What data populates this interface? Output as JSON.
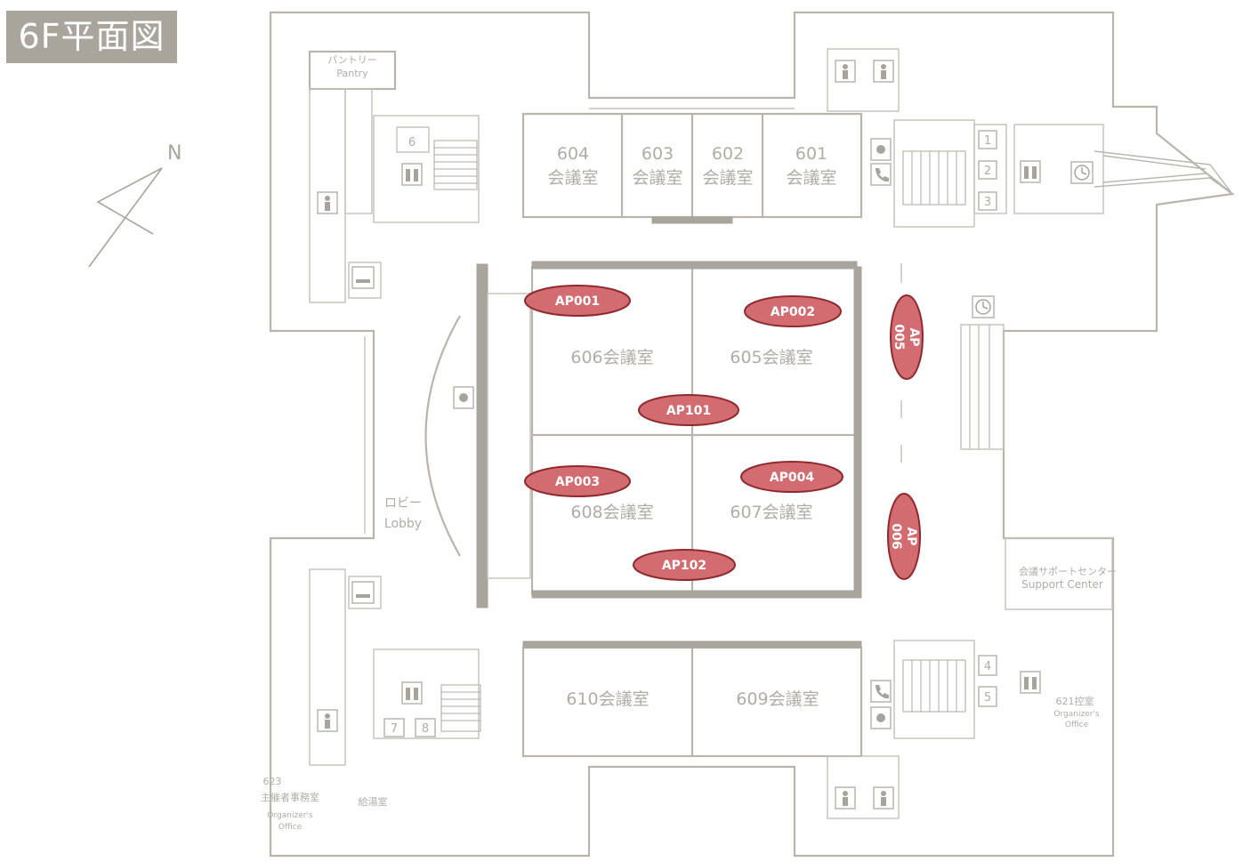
{
  "floor_title": "6F平面図",
  "compass": {
    "north_label": "N"
  },
  "rooms": {
    "r604": {
      "number": "604",
      "name": "会議室"
    },
    "r603": {
      "number": "603",
      "name": "会議室"
    },
    "r602": {
      "number": "602",
      "name": "会議室"
    },
    "r601": {
      "number": "601",
      "name": "会議室"
    },
    "r606": "606会議室",
    "r605": "605会議室",
    "r608": "608会議室",
    "r607": "607会議室",
    "r610": "610会議室",
    "r609": "609会議室"
  },
  "areas": {
    "pantry_ja": "パントリー",
    "pantry_en": "Pantry",
    "lobby_ja": "ロビー",
    "lobby_en": "Lobby",
    "support_ja": "会議サポートセンター",
    "support_en": "Support Center",
    "office621_ja": "621控室",
    "office621_en1": "Organizer's",
    "office621_en2": "Office",
    "office623_num": "623",
    "office623_ja": "主催者事務室",
    "office623_en1": "Organizer's",
    "office623_en2": "Office",
    "kyutoshitsu": "給湯室"
  },
  "elevators": {
    "e1": "1",
    "e2": "2",
    "e3": "3",
    "e4": "4",
    "e5": "5",
    "e6": "6",
    "e7": "7",
    "e8": "8"
  },
  "access_points": {
    "ap001": "AP001",
    "ap002": "AP002",
    "ap003": "AP003",
    "ap004": "AP004",
    "ap101": "AP101",
    "ap102": "AP102",
    "ap005_line1": "AP",
    "ap005_line2": "005",
    "ap006_line1": "AP",
    "ap006_line2": "006"
  },
  "colors": {
    "wall": "#b9b5ad",
    "label": "#b1ada5",
    "ap_fill": "#d26c70",
    "ap_stroke": "#8f2a30",
    "title_bg": "#a9a59c"
  },
  "icons": [
    "toilet-icon",
    "elevator-icon",
    "stairs-icon",
    "telephone-icon",
    "clock-icon",
    "wheelchair-icon",
    "smoking-area-icon"
  ]
}
